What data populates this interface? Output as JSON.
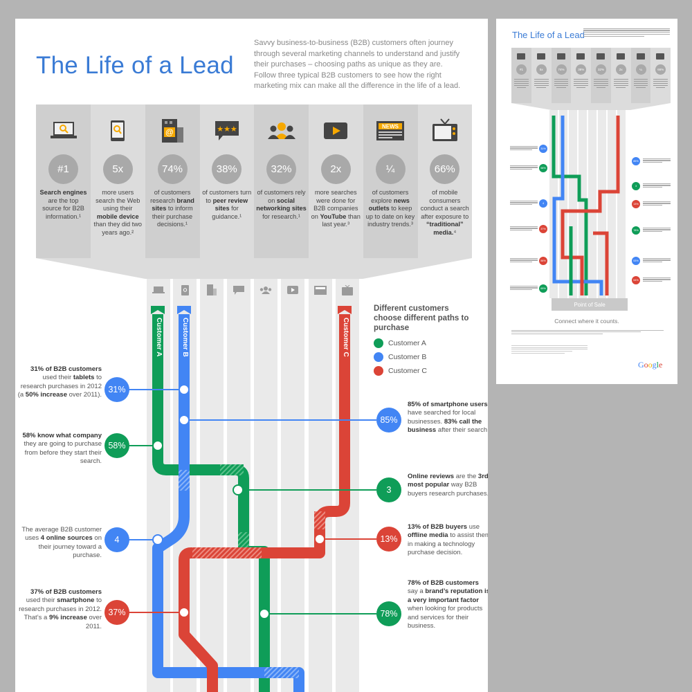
{
  "poster": {
    "title": "The Life of a Lead",
    "intro": "Savvy business-to-business (B2B) customers often journey through several marketing channels to understand and justify their purchases – choosing paths as unique as they are. Follow three typical B2B customers to see how the right marketing mix can make all the difference in the life of a lead.",
    "stats": [
      {
        "icon": "laptop-search-icon",
        "value": "#1",
        "pre": "",
        "bold": "Search engines",
        "post": " are the top source for B2B information.¹"
      },
      {
        "icon": "tablet-search-icon",
        "value": "5x",
        "pre": "more users search the Web using their ",
        "bold": "mobile device",
        "post": " than they did two years ago.²"
      },
      {
        "icon": "brand-site-icon",
        "value": "74%",
        "pre": "of customers research ",
        "bold": "brand sites",
        "post": " to inform their purchase decisions.¹"
      },
      {
        "icon": "review-stars-icon",
        "value": "38%",
        "pre": "of customers turn to ",
        "bold": "peer review sites",
        "post": " for guidance.¹"
      },
      {
        "icon": "people-icon",
        "value": "32%",
        "pre": "of customers rely on ",
        "bold": "social networking sites",
        "post": " for research.¹"
      },
      {
        "icon": "video-play-icon",
        "value": "2x",
        "pre": "more searches were done for B2B companies on ",
        "bold": "YouTube",
        "post": " than last year.³"
      },
      {
        "icon": "newspaper-icon",
        "value": "¼",
        "pre": "of customers explore ",
        "bold": "news outlets",
        "post": " to keep up to date on key industry trends.³"
      },
      {
        "icon": "television-icon",
        "value": "66%",
        "pre": "of mobile consumers conduct a search after exposure to ",
        "bold": "“traditional” media.",
        "post": "⁴"
      }
    ],
    "legend": {
      "title": "Different customers choose different paths to purchase",
      "items": [
        {
          "label": "Customer A",
          "color": "#0f9d58"
        },
        {
          "label": "Customer B",
          "color": "#4285f4"
        },
        {
          "label": "Customer C",
          "color": "#db4437"
        }
      ]
    },
    "customer_labels": {
      "a": "Customer A",
      "b": "Customer B",
      "c": "Customer C"
    },
    "facts_left": [
      {
        "value": "31%",
        "color": "#4285f4",
        "b1": "31% of B2B customers",
        "t1": " used their ",
        "b2": "tablets",
        "t2": " to research purchases in 2012 (a ",
        "b3": "50% increase",
        "t3": " over 2011)."
      },
      {
        "value": "58%",
        "color": "#0f9d58",
        "b1": "58% know what company",
        "t1": " they are going to purchase from before they start their search.",
        "b2": "",
        "t2": "",
        "b3": "",
        "t3": ""
      },
      {
        "value": "4",
        "color": "#4285f4",
        "b1": "",
        "t1": "The average B2B customer uses ",
        "b2": "4 online sources",
        "t2": " on their journey toward a purchase.",
        "b3": "",
        "t3": ""
      },
      {
        "value": "37%",
        "color": "#db4437",
        "b1": "37% of B2B customers",
        "t1": " used their ",
        "b2": "smartphone",
        "t2": " to research purchases in 2012. That’s a ",
        "b3": "9% increase",
        "t3": " over 2011."
      }
    ],
    "facts_right": [
      {
        "value": "85%",
        "color": "#4285f4",
        "b1": "85% of smartphone users",
        "t1": " have searched for local businesses. ",
        "b2": "83% call the business",
        "t2": " after their search.",
        "b3": "",
        "t3": ""
      },
      {
        "value": "3",
        "color": "#0f9d58",
        "b1": "Online reviews",
        "t1": " are the ",
        "b2": "3rd most popular",
        "t2": " way B2B buyers research purchases.",
        "b3": "",
        "t3": ""
      },
      {
        "value": "13%",
        "color": "#db4437",
        "b1": "13% of B2B buyers",
        "t1": " use ",
        "b2": "offline media",
        "t2": " to assist them in making a technology purchase decision.",
        "b3": "",
        "t3": ""
      },
      {
        "value": "78%",
        "color": "#0f9d58",
        "b1": "78% of B2B customers",
        "t1": " say a ",
        "b2": "brand’s reputation is a very important factor",
        "t2": " when looking for products and services for their business.",
        "b3": "",
        "t3": ""
      }
    ]
  },
  "thumbnail": {
    "title": "The Life of a Lead",
    "stat_values": [
      "#1",
      "5x",
      "74%",
      "38%",
      "32%",
      "2x",
      "¼",
      "66%"
    ],
    "left_values": [
      "31%",
      "58%",
      "4",
      "37%",
      "56%",
      "69%"
    ],
    "right_values": [
      "85%",
      "3",
      "13%",
      "78%",
      "53%",
      "54%"
    ],
    "point_of_sale": "Point of Sale",
    "connect": "Connect where it counts.",
    "google": [
      "G",
      "o",
      "o",
      "g",
      "l",
      "e"
    ]
  },
  "colors": {
    "green": "#0f9d58",
    "blue": "#4285f4",
    "red": "#db4437",
    "title_blue": "#3a7bd5"
  }
}
